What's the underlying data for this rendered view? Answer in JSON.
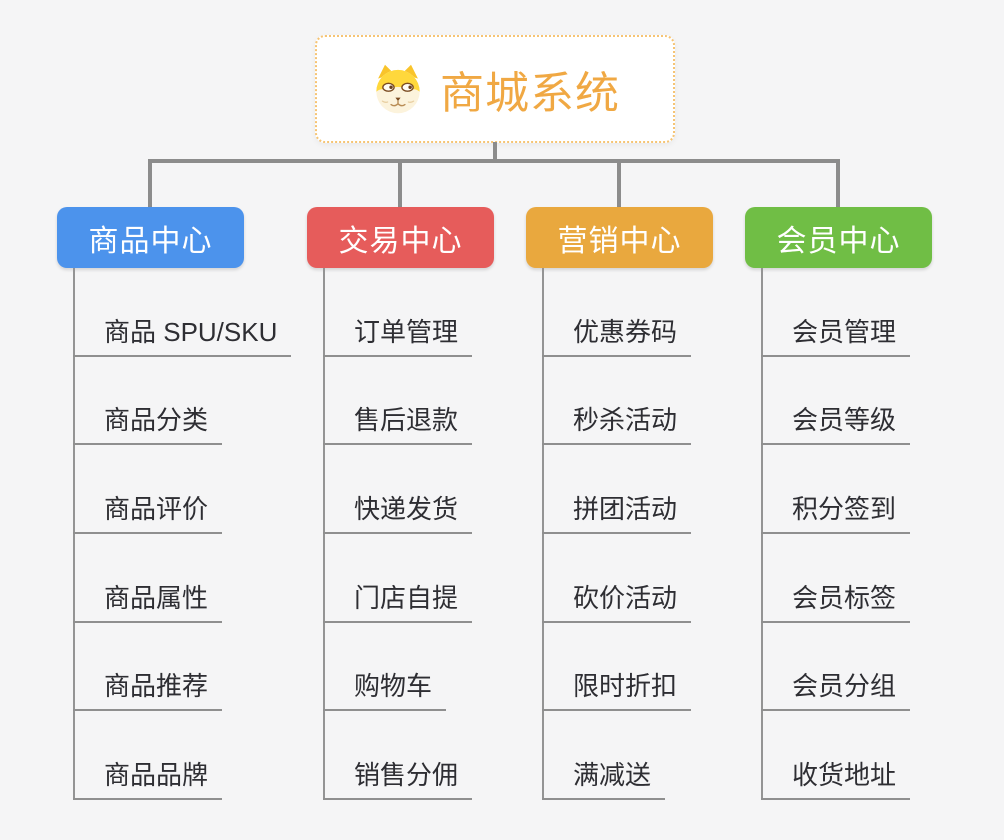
{
  "root": {
    "title": "商城系统",
    "icon": "shiba-dog-icon",
    "title_color": "#f0a843",
    "border_color": "#f6c474"
  },
  "branches": [
    {
      "label": "商品中心",
      "color": "#4c93ec",
      "children": [
        "商品 SPU/SKU",
        "商品分类",
        "商品评价",
        "商品属性",
        "商品推荐",
        "商品品牌"
      ]
    },
    {
      "label": "交易中心",
      "color": "#e65c5b",
      "children": [
        "订单管理",
        "售后退款",
        "快递发货",
        "门店自提",
        "购物车",
        "销售分佣"
      ]
    },
    {
      "label": "营销中心",
      "color": "#e9a83e",
      "children": [
        "优惠券码",
        "秒杀活动",
        "拼团活动",
        "砍价活动",
        "限时折扣",
        "满减送"
      ]
    },
    {
      "label": "会员中心",
      "color": "#70be45",
      "children": [
        "会员管理",
        "会员等级",
        "积分签到",
        "会员标签",
        "会员分组",
        "收货地址"
      ]
    }
  ],
  "connector_color": "#8c8c8c",
  "background_color": "#f5f5f6"
}
